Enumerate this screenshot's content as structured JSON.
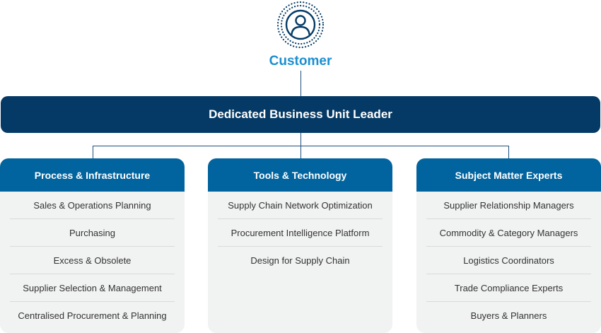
{
  "customer": {
    "label": "Customer",
    "icon": "user-icon"
  },
  "leader": {
    "label": "Dedicated Business Unit Leader"
  },
  "columns": [
    {
      "title": "Process & Infrastructure",
      "items": [
        "Sales & Operations Planning",
        "Purchasing",
        "Excess & Obsolete",
        "Supplier Selection & Management",
        "Centralised Procurement & Planning"
      ]
    },
    {
      "title": "Tools & Technology",
      "items": [
        "Supply Chain Network Optimization",
        "Procurement Intelligence Platform",
        "Design for Supply Chain"
      ]
    },
    {
      "title": "Subject Matter Experts",
      "items": [
        "Supplier Relationship Managers",
        "Commodity & Category Managers",
        "Logistics Coordinators",
        "Trade Compliance Experts",
        "Buyers & Planners"
      ]
    }
  ],
  "colors": {
    "customer": "#1b8fd0",
    "leader_bg": "#043a65",
    "column_header_bg": "#02649f",
    "column_body_bg": "#f1f2f2",
    "line": "#1d4e7a"
  }
}
